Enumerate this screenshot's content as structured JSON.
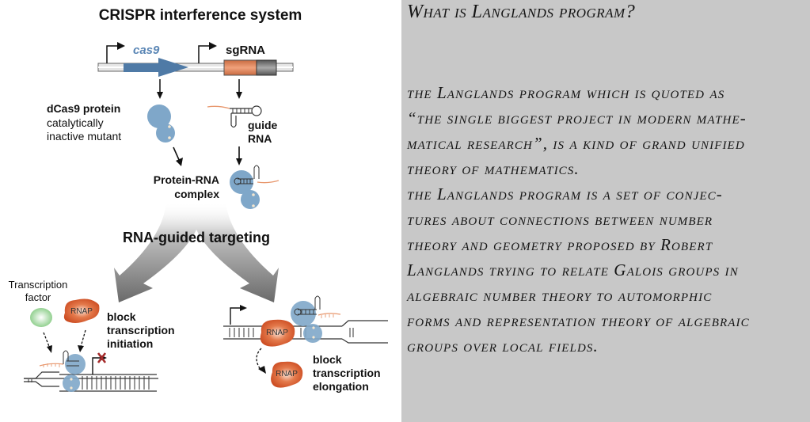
{
  "diagram": {
    "title": "CRISPR interference system",
    "gene_cas9": "cas9",
    "gene_sgrna": "sgRNA",
    "dcas9_label": "dCas9 protein",
    "dcas9_desc1": "catalytically",
    "dcas9_desc2": "inactive mutant",
    "guide_label1": "guide",
    "guide_label2": "RNA",
    "complex_label1": "Protein-RNA",
    "complex_label2": "complex",
    "targeting_label": "RNA-guided targeting",
    "tf_label1": "Transcription",
    "tf_label2": "factor",
    "rnap": "RNAP",
    "block_init1": "block",
    "block_init2": "transcription",
    "block_init3": "initiation",
    "block_elong1": "block",
    "block_elong2": "transcription",
    "block_elong3": "elongation",
    "colors": {
      "cas9_blue": "#4f7aa6",
      "protein_blue": "#7fa7c9",
      "sgrna_orange": "#d4774a",
      "rnap_orange": "#d8582a",
      "tf_green": "#8fd08a",
      "block_x": "#a52a2a"
    }
  },
  "text_panel": {
    "title": "What is Langlands program?",
    "lines": [
      "the Langlands program which is quoted as",
      "“the single biggest project in modern mathe-",
      "matical research”, is a kind of grand unified",
      "theory of mathematics.",
      "the Langlands program is a set of conjec-",
      "tures about connections between number",
      "theory and geometry proposed by Robert",
      "Langlands trying to relate Galois groups in",
      "algebraic number theory to automorphic",
      "forms and representation theory of algebraic",
      "groups over local fields."
    ],
    "background": "#c8c8c8"
  }
}
